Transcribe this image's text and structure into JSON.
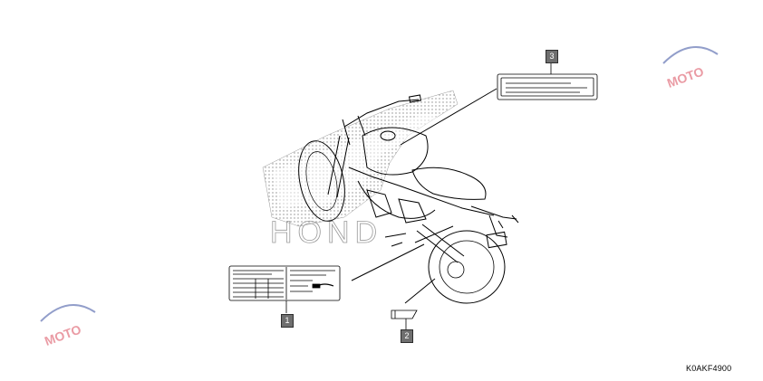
{
  "callouts": [
    {
      "label": "1"
    },
    {
      "label": "2"
    },
    {
      "label": "3"
    }
  ],
  "part_code": "K0AKF4900",
  "watermark": {
    "text": "MOTO"
  },
  "colors": {
    "line": "#000000",
    "callout_fill": "#6f6f6f",
    "watermark_red": "#d94a5a",
    "watermark_blue": "#3a4fa0"
  }
}
